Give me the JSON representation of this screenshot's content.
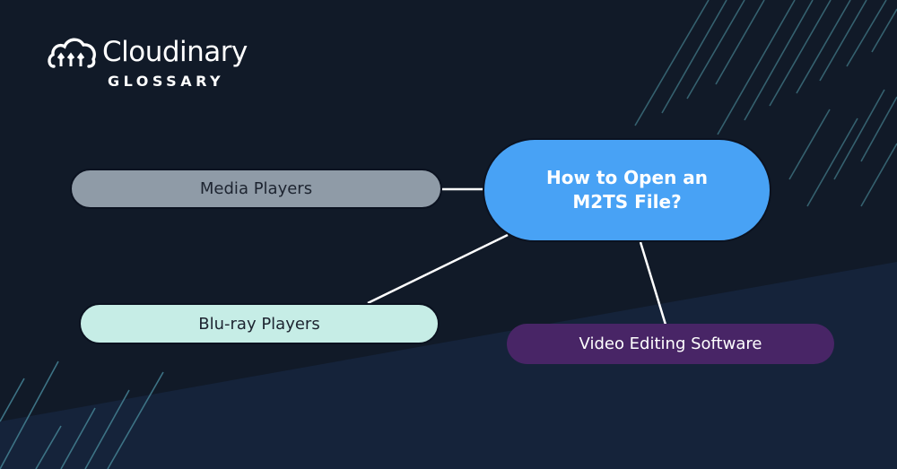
{
  "brand": {
    "name": "Cloudinary",
    "subtitle": "GLOSSARY",
    "logo_icon": "cloud-icon"
  },
  "diagram": {
    "center_topic": "How to Open an M2TS File?",
    "branches": [
      {
        "label": "Media Players",
        "color": "#8f9ba7"
      },
      {
        "label": "Blu-ray Players",
        "color": "#c6ede6"
      },
      {
        "label": "Video Editing Software",
        "color": "#482566"
      }
    ],
    "center_color": "#48a2f5",
    "connector_color": "#ffffff"
  },
  "theme": {
    "background": "#111a28",
    "background_lower": "#15233a",
    "accent_lines": "#3b6b7e"
  }
}
